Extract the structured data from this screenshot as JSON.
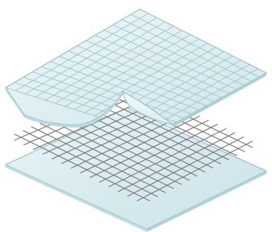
{
  "illustration": {
    "subject": "layered-mesh-illustration",
    "layers": [
      {
        "name": "top-glass-pane",
        "fill": "#d7ecef",
        "edge": "#7fb3bf"
      },
      {
        "name": "wire-mesh",
        "stroke": "#8a8a8a"
      },
      {
        "name": "bottom-glass-pane",
        "fill": "#d5ebee",
        "edge": "#7fb3bf"
      }
    ],
    "colors": {
      "background": "#ffffff",
      "glass_light": "#e6f4f6",
      "glass_mid": "#c9e3e8",
      "glass_edge": "#8dbcc6",
      "grid_top": "#a4c7ce",
      "mesh": "#7d7d7d"
    }
  }
}
